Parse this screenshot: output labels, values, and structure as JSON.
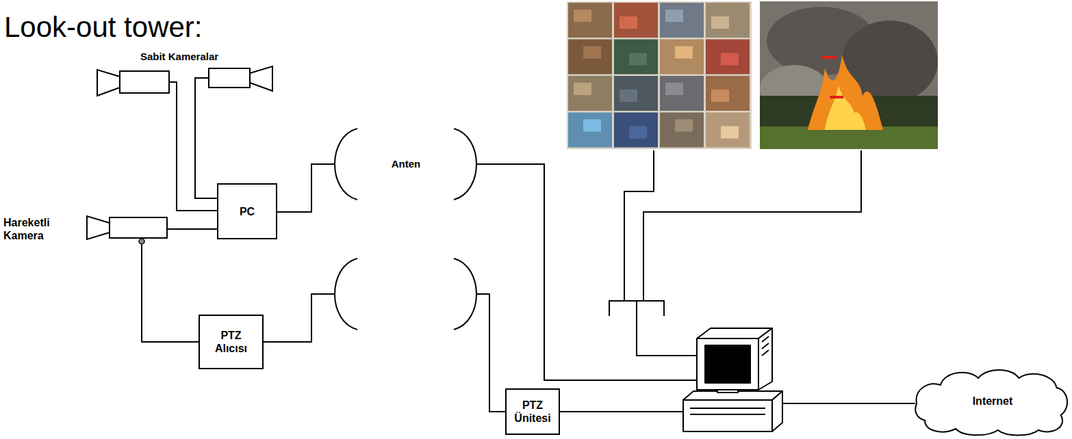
{
  "diagram": {
    "title": "Look-out tower:",
    "nodes": [
      {
        "text": [
          "Hareketli Kamera"
        ]
      },
      {
        "text": [
          "PC"
        ]
      },
      {
        "text": [
          "PTZ Alıcısı"
        ]
      },
      {
        "text": [
          "PTZ Ünitesi"
        ]
      },
      {
        "text": [
          "Internet"
        ]
      }
    ],
    "edges": [
      {
        "from": 0,
        "to": 1,
        "arrow": "none"
      },
      {
        "from": 0,
        "to": 2,
        "arrow": "none"
      }
    ],
    "labels": [
      "Sabit Kameralar",
      "Anten"
    ]
  }
}
